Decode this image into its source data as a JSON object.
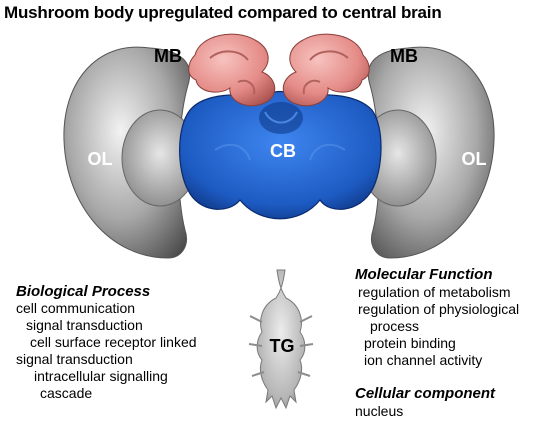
{
  "title": "Mushroom body upregulated compared to central brain",
  "labels": {
    "mb_left": "MB",
    "mb_right": "MB",
    "ol_left": "OL",
    "ol_right": "OL",
    "cb": "CB",
    "tg": "TG"
  },
  "biological_process": {
    "header": "Biological Process",
    "items": [
      "cell communication",
      "signal transduction",
      "cell surface receptor linked",
      "signal  transduction",
      "intracellular signalling",
      "cascade"
    ]
  },
  "molecular_function": {
    "header": "Molecular Function",
    "items": [
      "regulation of metabolism",
      "regulation of physiological",
      "process",
      "protein binding",
      "ion channel activity"
    ]
  },
  "cellular_component": {
    "header": "Cellular component",
    "items": [
      "nucleus"
    ]
  },
  "colors": {
    "mushroom_body": "#e48a86",
    "central_brain": "#1f5fc4",
    "optic_lobe": "#9e9e9e",
    "thoracic_ganglion": "#b5b5b5"
  }
}
